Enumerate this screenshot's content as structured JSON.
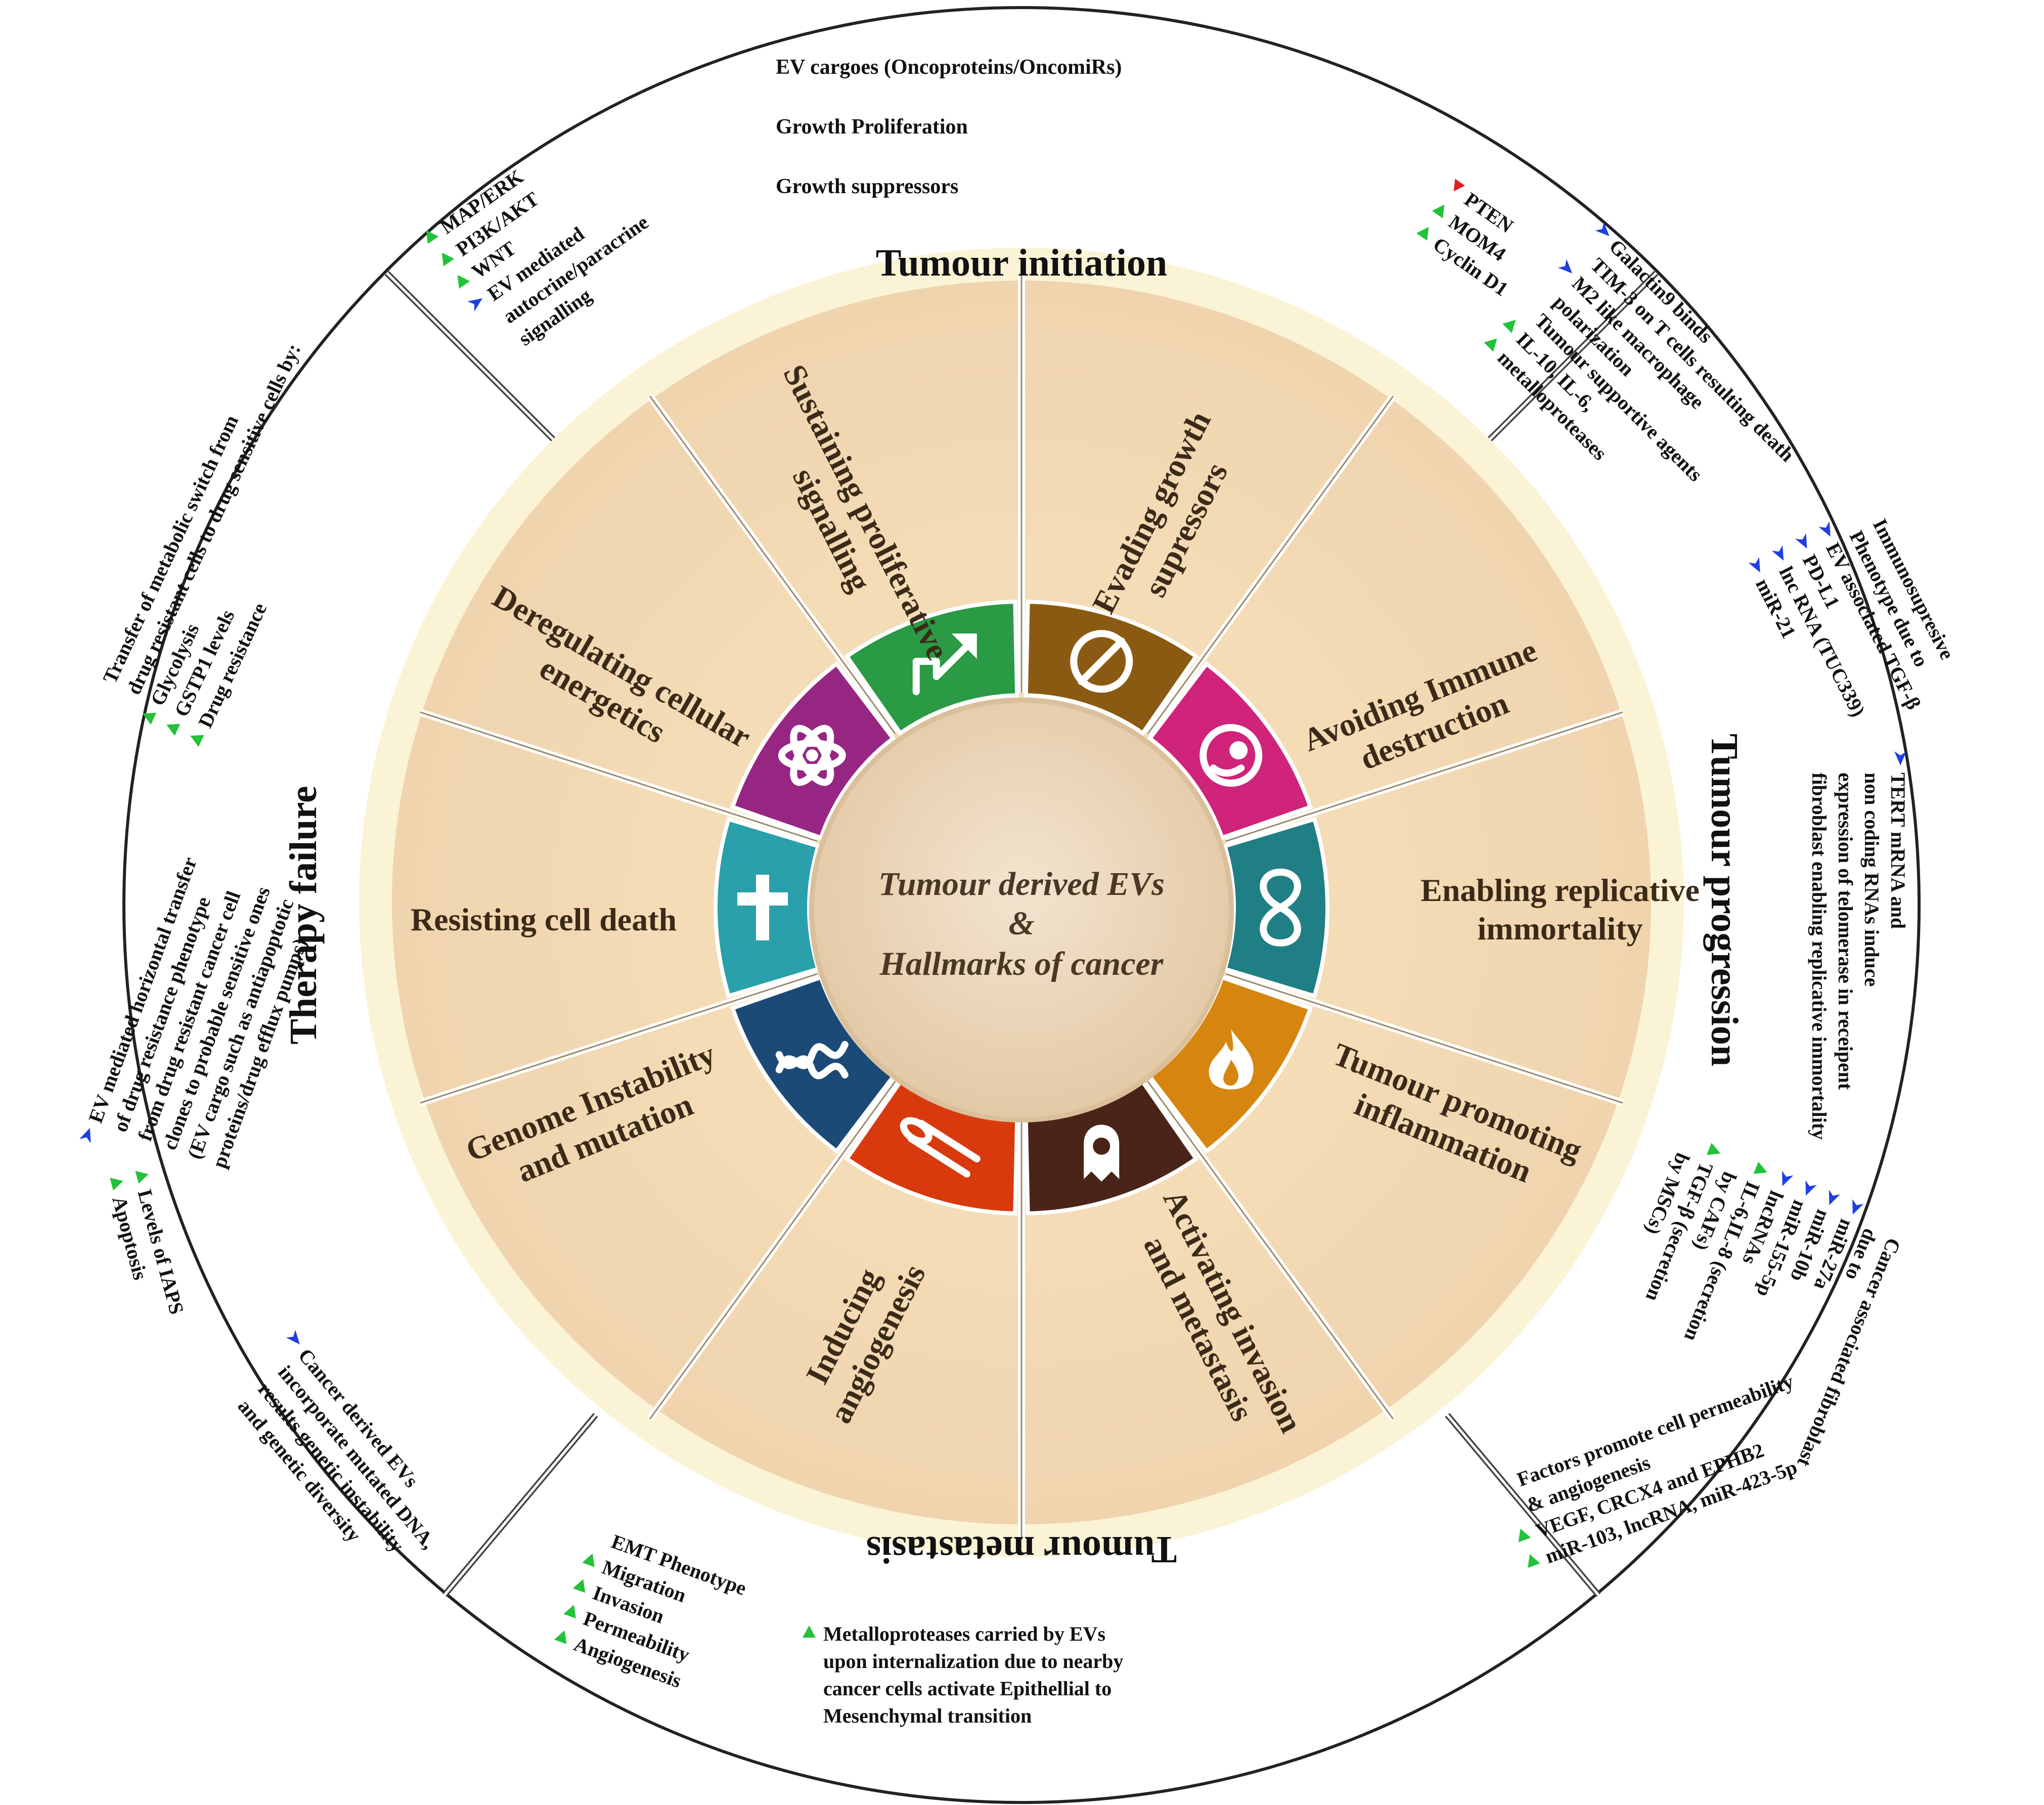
{
  "legend": [
    {
      "marker": "blue",
      "text": "EV cargoes (Oncoproteins/OncomiRs)"
    },
    {
      "marker": "green",
      "text": "Growth Proliferation"
    },
    {
      "marker": "red",
      "text": "Growth suppressors"
    }
  ],
  "colors": {
    "blue": "#1f3fe0",
    "green": "#22c23a",
    "red": "#e02020",
    "sustaining": "#2a9a45",
    "evading": "#8a5a12",
    "avoiding": "#d0237a",
    "enabling": "#1f7f84",
    "inflammation": "#d6860f",
    "invasion": "#4a2418",
    "angiogenesis": "#d83a0e",
    "genome": "#1c4a76",
    "resisting": "#2aa0aa",
    "deregulating": "#972683"
  },
  "center": {
    "line1": "Tumour derived EVs",
    "line2": "&",
    "line3": "Hallmarks of cancer"
  },
  "stages": {
    "initiation": "Tumour initiation",
    "progression": "Tumour progression",
    "metastasis": "Tumour metastasis",
    "therapy": "Therapy failure"
  },
  "hallmarks": [
    {
      "key": "sustaining",
      "lines": [
        "Sustaining proliferative",
        "signalling"
      ],
      "icon": "arrow-icon"
    },
    {
      "key": "evading",
      "lines": [
        "Evading growth",
        "supressors"
      ],
      "icon": "prohibition-icon"
    },
    {
      "key": "avoiding",
      "lines": [
        "Avoiding Immune",
        "destruction"
      ],
      "icon": "immune-cell-icon"
    },
    {
      "key": "enabling",
      "lines": [
        "Enabling replicative",
        "immortality"
      ],
      "icon": "infinity-icon"
    },
    {
      "key": "inflammation",
      "lines": [
        "Tumour promoting",
        "inflammation"
      ],
      "icon": "flame-icon"
    },
    {
      "key": "invasion",
      "lines": [
        "Activating invasion",
        "and metastasis"
      ],
      "icon": "cancer-cell-icon"
    },
    {
      "key": "angiogenesis",
      "lines": [
        "Inducing",
        "angiogenesis"
      ],
      "icon": "blood-vessel-icon"
    },
    {
      "key": "genome",
      "lines": [
        "Genome Instability",
        "and mutation"
      ],
      "icon": "dna-icon"
    },
    {
      "key": "resisting",
      "lines": [
        "Resisting cell death"
      ],
      "icon": "cross-icon"
    },
    {
      "key": "deregulating",
      "lines": [
        "Deregulating cellular",
        "energetics"
      ],
      "icon": "atom-icon"
    }
  ],
  "annotations": {
    "sustaining": [
      {
        "m": "green",
        "t": "MAP/ERK"
      },
      {
        "m": "green",
        "t": "PI3K/AKT"
      },
      {
        "m": "green",
        "t": "WNT"
      },
      {
        "m": "blue",
        "t": "EV mediated"
      },
      {
        "m": "",
        "t": "autocrine/paracrine"
      },
      {
        "m": "",
        "t": "signalling"
      }
    ],
    "evading": [
      {
        "m": "red",
        "t": "PTEN"
      },
      {
        "m": "green",
        "t": "MOM4"
      },
      {
        "m": "green",
        "t": "Cyclin D1"
      }
    ],
    "avoiding": [
      {
        "m": "blue",
        "t": "Galactin9 binds"
      },
      {
        "m": "",
        "t": "TIM-3 on T cells resulting death"
      },
      {
        "m": "blue",
        "t": "M2 like macrophage"
      },
      {
        "m": "",
        "t": "polarization"
      },
      {
        "m": "",
        "t": "Tumour supportive agents"
      },
      {
        "m": "green",
        "t": "IL-10, IL-6,"
      },
      {
        "m": "green",
        "t": "metalloproteases"
      }
    ],
    "immuno": [
      {
        "m": "",
        "t": "Immunosupresive"
      },
      {
        "m": "",
        "t": "Phenotype due to"
      },
      {
        "m": "blue",
        "t": "EV associated  TGF-β"
      },
      {
        "m": "blue",
        "t": "PD-L1"
      },
      {
        "m": "blue",
        "t": "lnc RNA (TUC339)"
      },
      {
        "m": "blue",
        "t": "miR-21"
      }
    ],
    "enabling": [
      {
        "m": "blue",
        "t": "TERT mRNA and"
      },
      {
        "m": "",
        "t": "non coding RNAs  induce"
      },
      {
        "m": "",
        "t": "expression of telomerase in receipent"
      },
      {
        "m": "",
        "t": "fibroblast enabling replicative immortality"
      }
    ],
    "inflammation": [
      {
        "m": "",
        "t": "Cancer associated fibroblast"
      },
      {
        "m": "",
        "t": "due to"
      },
      {
        "m": "blue",
        "t": "miR-27a"
      },
      {
        "m": "blue",
        "t": "miR-10b"
      },
      {
        "m": "blue",
        "t": "miR-155-5p"
      },
      {
        "m": "blue",
        "t": "lncRNAs"
      },
      {
        "m": "green",
        "t": "IL-6,IL-8 (secretion"
      },
      {
        "m": "",
        "t": "by CAFs)"
      },
      {
        "m": "green",
        "t": "TGF-β (secretion"
      },
      {
        "m": "",
        "t": "by MSCs)"
      }
    ],
    "invasion": [
      {
        "m": "",
        "t": "Factors promote cell permeability"
      },
      {
        "m": "",
        "t": "& angiogenesis"
      },
      {
        "m": "green",
        "t": "VEGF, CRCX4 and EPHB2"
      },
      {
        "m": "green",
        "t": "miR-103, lncRNA, miR-423-5p"
      }
    ],
    "invasion2": [
      {
        "m": "green",
        "t": "Metalloproteases carried by EVs"
      },
      {
        "m": "",
        "t": "upon internalization due to nearby"
      },
      {
        "m": "",
        "t": "cancer cells activate Epithellial to"
      },
      {
        "m": "",
        "t": "Mesenchymal transition"
      }
    ],
    "angiogenesis": [
      {
        "m": "",
        "t": "EMT Phenotype"
      },
      {
        "m": "green",
        "t": "Migration"
      },
      {
        "m": "green",
        "t": "Invasion"
      },
      {
        "m": "green",
        "t": "Permeability"
      },
      {
        "m": "green",
        "t": "Angiogenesis"
      }
    ],
    "genome": [
      {
        "m": "blue",
        "t": "Cancer derived EVs"
      },
      {
        "m": "",
        "t": "incorporate mutated DNA,"
      },
      {
        "m": "",
        "t": "results genetic instability"
      },
      {
        "m": "",
        "t": "and genetic diversity"
      }
    ],
    "resisting": [
      {
        "m": "blue",
        "t": "EV mediated horizontal transfer"
      },
      {
        "m": "",
        "t": "of drug resistance phenotype"
      },
      {
        "m": "",
        "t": "from drug resistant cancer cell"
      },
      {
        "m": "",
        "t": "clones to probable  sensitive ones"
      },
      {
        "m": "",
        "t": "(EV cargo such as antiapoptotic"
      },
      {
        "m": "",
        "t": "proteins/drug efflux pumps)"
      }
    ],
    "resisting2": [
      {
        "m": "green",
        "t": "Levels of IAPS"
      },
      {
        "m": "green",
        "t": "Apoptosis"
      }
    ],
    "deregulating": [
      {
        "m": "",
        "t": "Transfer of metabolic switch from"
      },
      {
        "m": "",
        "t": "drug resistant cells to drug sensitive cells by:"
      },
      {
        "m": "green",
        "t": "Glycolysis"
      },
      {
        "m": "green",
        "t": "GSTP1 levels"
      },
      {
        "m": "green",
        "t": "Drug resistance"
      }
    ]
  }
}
